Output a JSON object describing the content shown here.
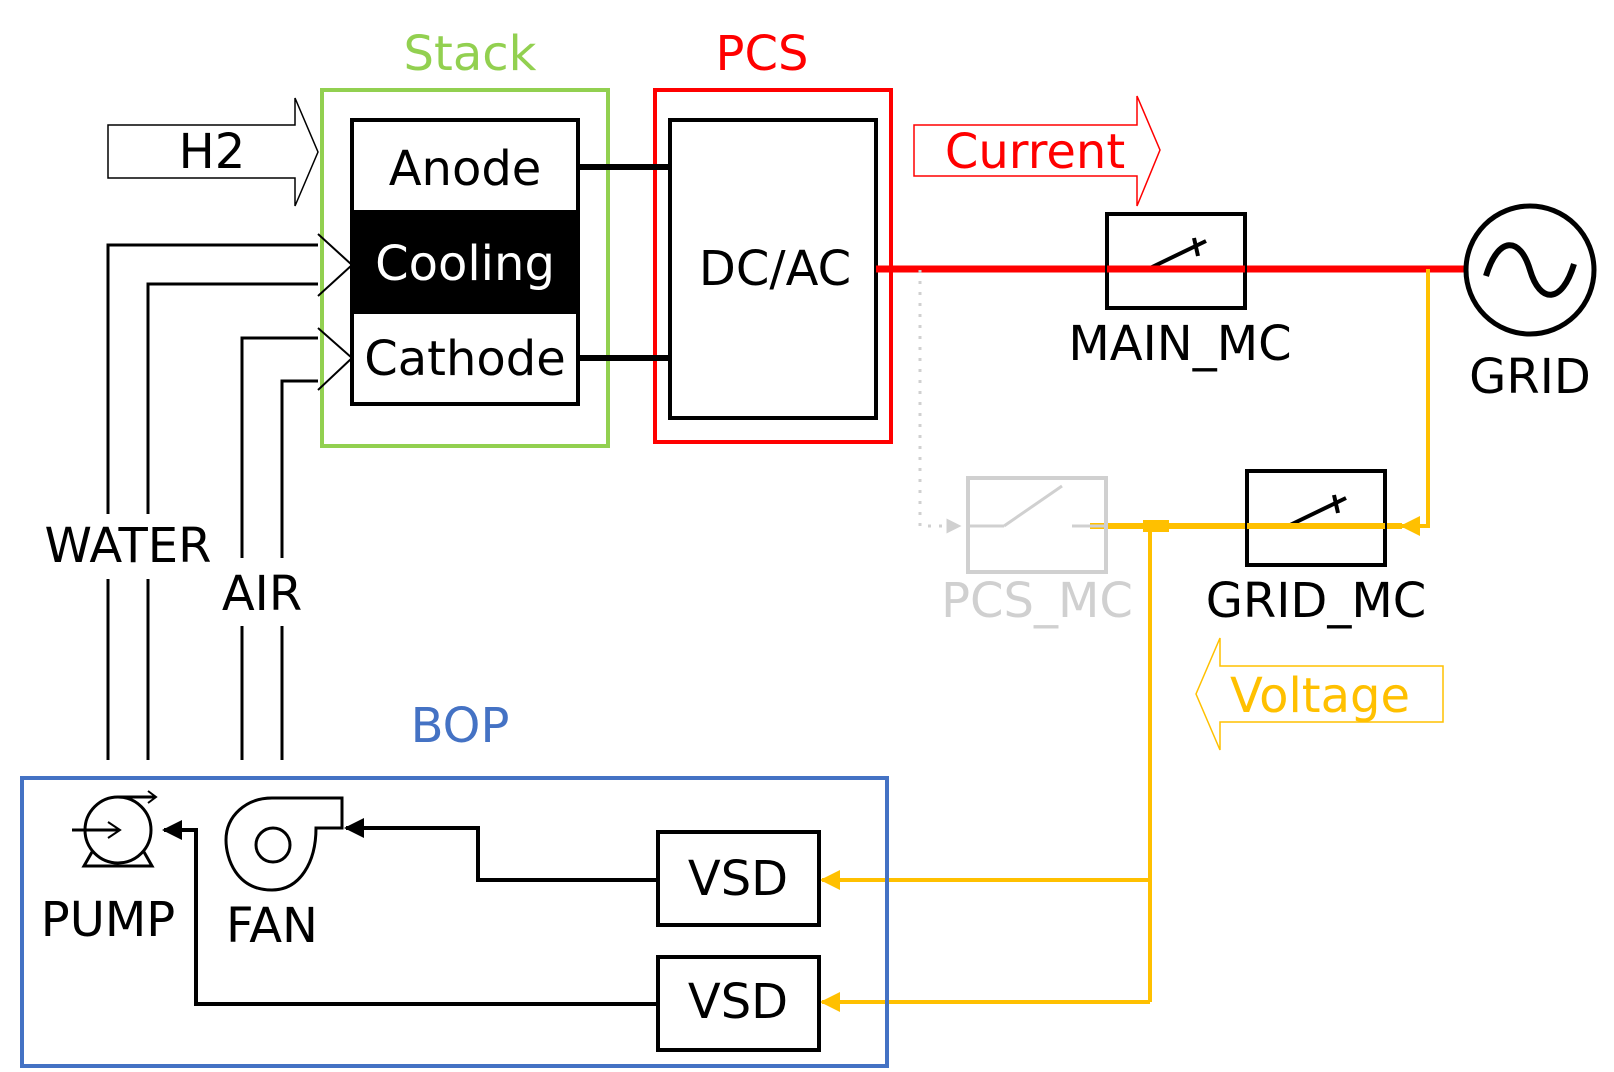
{
  "labels": {
    "stack": "Stack",
    "pcs": "PCS",
    "h2": "H2",
    "anode": "Anode",
    "cooling": "Cooling",
    "cathode": "Cathode",
    "dc_ac": "DC/AC",
    "current": "Current",
    "main_mc": "MAIN_MC",
    "grid": "GRID",
    "pcs_mc": "PCS_MC",
    "grid_mc": "GRID_MC",
    "voltage": "Voltage",
    "water": "WATER",
    "air": "AIR",
    "bop": "BOP",
    "pump": "PUMP",
    "fan": "FAN",
    "vsd_top": "VSD",
    "vsd_bottom": "VSD"
  },
  "colors": {
    "stack": "#92d050",
    "pcs": "#ff0000",
    "current": "#ff0000",
    "voltage": "#ffc000",
    "bop": "#4472c4",
    "disabled": "#d0d0d0",
    "line": "#000000"
  }
}
